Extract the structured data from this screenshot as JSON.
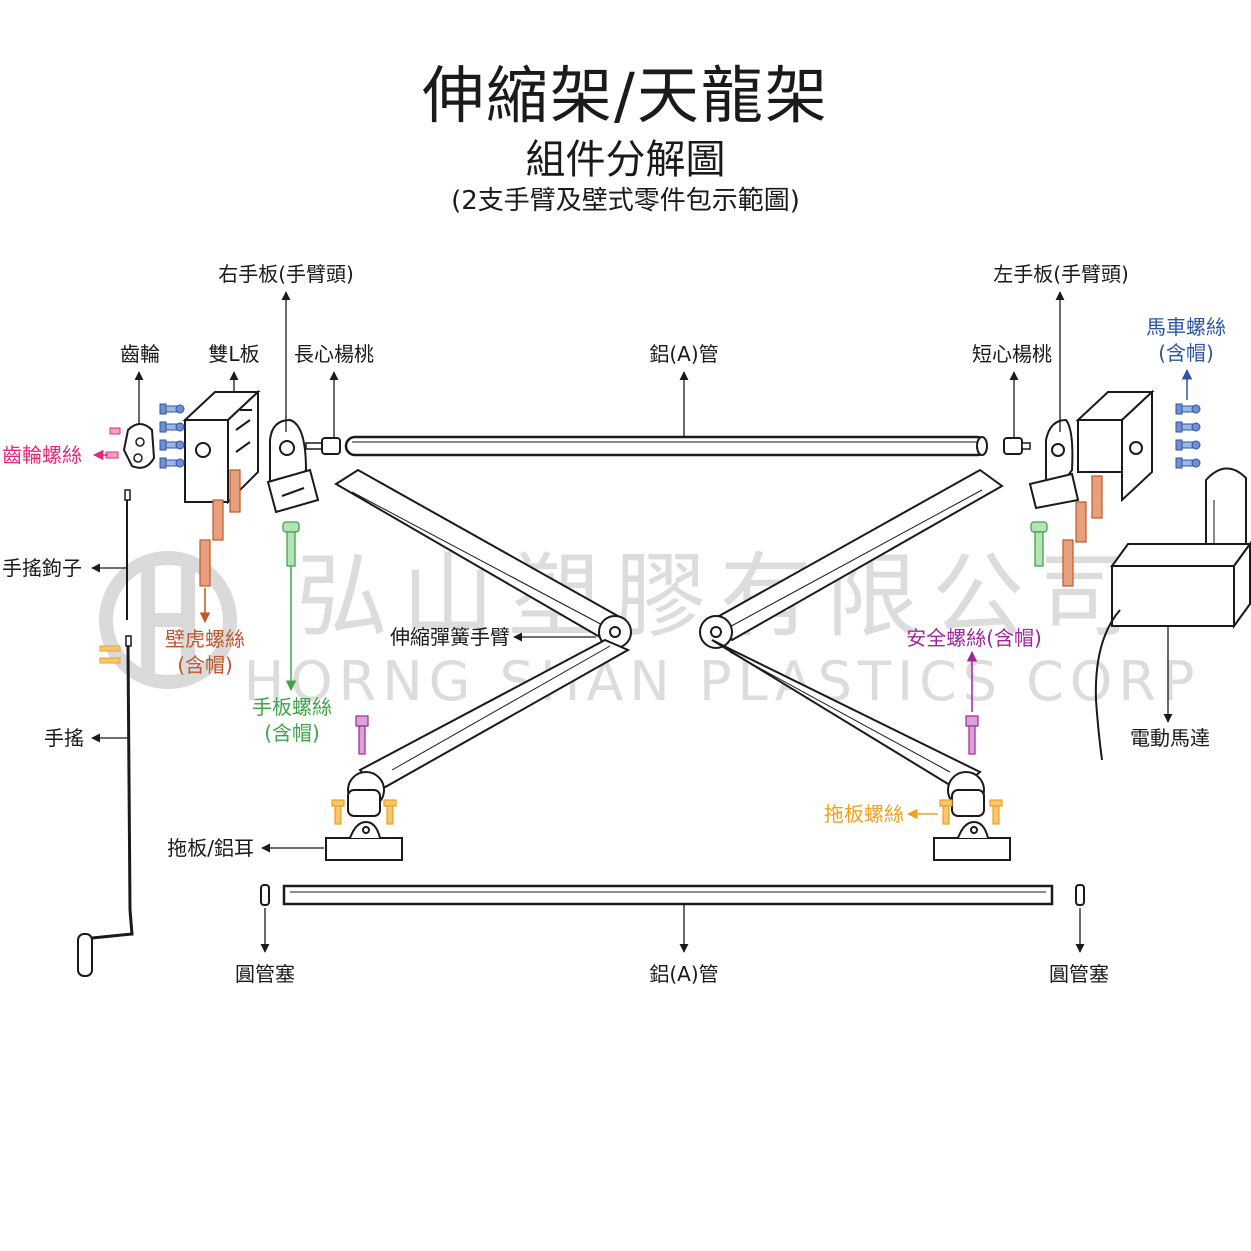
{
  "header": {
    "title": "伸縮架/天龍架",
    "subtitle": "組件分解圖",
    "note": "(2支手臂及壁式零件包示範圖)"
  },
  "watermark": {
    "company_cn": "弘山塑膠有限公司",
    "company_en": "HORNG SHAN PLASTICS CORP"
  },
  "colors": {
    "magenta": "#e3297a",
    "blue": "#2e55a5",
    "brown": "#c0562b",
    "green": "#3fa44a",
    "purple": "#a0269a",
    "orange": "#f1a01c",
    "ink": "#1a1a1a",
    "watermark": "#d9d9d9"
  },
  "labels": {
    "right_plate": "右手板(手臂頭)",
    "left_plate": "左手板(手臂頭)",
    "gear": "齒輪",
    "double_l_plate": "雙L板",
    "long_core_peg": "長心楊桃",
    "top_tube": "鋁(A)管",
    "short_core_peg": "短心楊桃",
    "carriage_screw_1": "馬車螺絲",
    "carriage_screw_2": "(含帽)",
    "gear_screw": "齒輪螺絲",
    "crank_hook": "手搖鉤子",
    "wall_anchor_1": "壁虎螺絲",
    "wall_anchor_2": "(含帽)",
    "spring_arm": "伸縮彈簧手臂",
    "safety_screw": "安全螺絲(含帽)",
    "plate_screw_1": "手板螺絲",
    "plate_screw_2": "(含帽)",
    "crank": "手搖",
    "motor": "電動馬達",
    "drag_plate_screw": "拖板螺絲",
    "drag_plate": "拖板/鋁耳",
    "tube_plug_left": "圓管塞",
    "bottom_tube": "鋁(A)管",
    "tube_plug_right": "圓管塞"
  }
}
